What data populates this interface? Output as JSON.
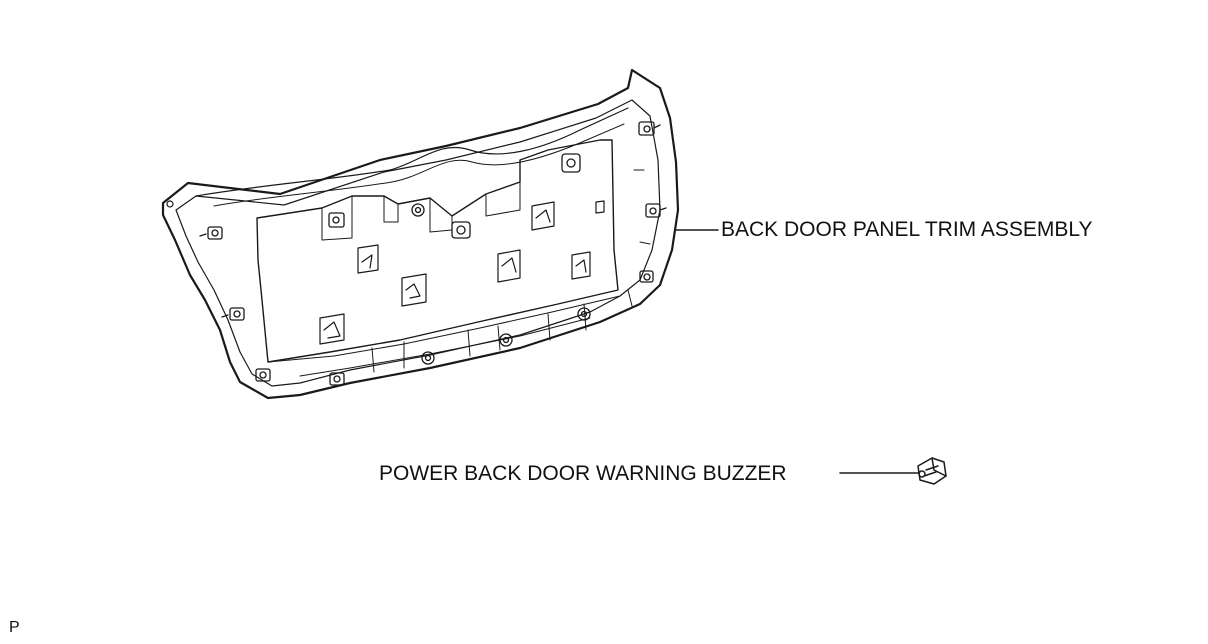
{
  "diagram": {
    "parts": [
      {
        "id": "trim",
        "label": "BACK DOOR PANEL TRIM ASSEMBLY"
      },
      {
        "id": "buzzer",
        "label": "POWER BACK DOOR WARNING BUZZER"
      }
    ],
    "corner_mark": "P",
    "line_color": "#1a1a1a",
    "background_color": "#ffffff"
  }
}
